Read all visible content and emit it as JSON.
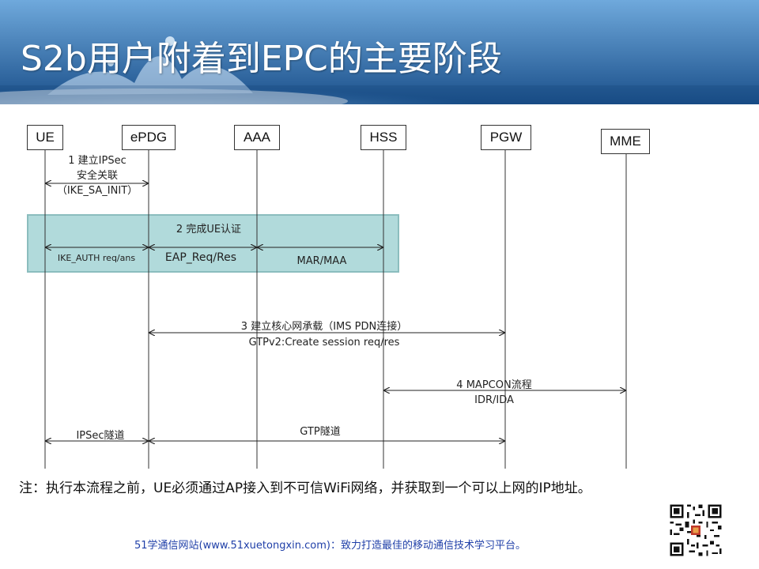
{
  "slide": {
    "title": "S2b用户附着到EPC的主要阶段",
    "note": "注：执行本流程之前，UE必须通过AP接入到不可信WiFi网络，并获取到一个可以上网的IP地址。",
    "footer": "51学通信网站(www.51xuetongxin.com)：致力打造最佳的移动通信技术学习平台。"
  },
  "entities": [
    "UE",
    "ePDG",
    "AAA",
    "HSS",
    "PGW",
    "MME"
  ],
  "messages": {
    "step1": {
      "line1": "1 建立IPSec",
      "line2": "安全关联",
      "line3": "（IKE_SA_INIT）"
    },
    "step2": {
      "title": "2 完成UE认证",
      "ike_auth": "IKE_AUTH  req/ans",
      "eap": "EAP_Req/Res",
      "mar": "MAR/MAA"
    },
    "step3": {
      "line1": "3 建立核心网承载（IMS PDN连接）",
      "line2": "GTPv2:Create  session req/res"
    },
    "step4": {
      "line1": "4 MAPCON流程",
      "line2": "IDR/IDA"
    },
    "tunnels": {
      "ipsec": "IPSec隧道",
      "gtp": "GTP隧道"
    }
  },
  "colors": {
    "banner": "#2f6fb0",
    "auth_box": "#a9d7d8",
    "footer_text": "#1f3fa8"
  }
}
